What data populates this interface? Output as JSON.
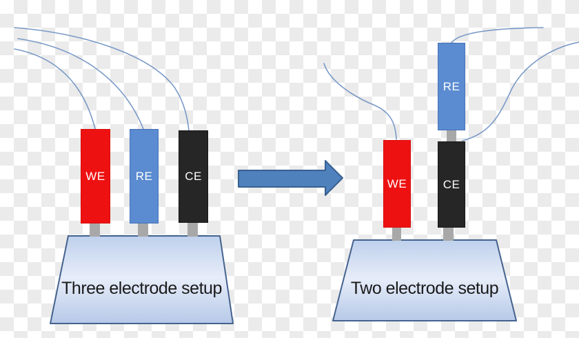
{
  "colors": {
    "we_red": "#ee1111",
    "re_blue": "#5b8bd0",
    "ce_black": "#262626",
    "stem_gray": "#a8a8a8",
    "wire_blue": "#7999c7",
    "arrow_fill": "#4f81bd",
    "arrow_border": "#38608f",
    "base_border": "#44628e",
    "checker_gray": "#ebebeb"
  },
  "left_setup": {
    "caption": "Three electrode setup",
    "electrodes": [
      {
        "id": "working-electrode",
        "label": "WE",
        "color": "#ee1111"
      },
      {
        "id": "reference-electrode",
        "label": "RE",
        "color": "#5b8bd0"
      },
      {
        "id": "counter-electrode",
        "label": "CE",
        "color": "#262626"
      }
    ],
    "wires": 3
  },
  "right_setup": {
    "caption": "Two electrode setup",
    "electrodes": [
      {
        "id": "reference-electrode",
        "label": "RE",
        "color": "#5b8bd0"
      },
      {
        "id": "working-electrode",
        "label": "WE",
        "color": "#ee1111"
      },
      {
        "id": "counter-electrode",
        "label": "CE",
        "color": "#262626"
      }
    ],
    "wires": 3
  },
  "arrow": {
    "direction": "right",
    "meaning": "transformation from three- to two-electrode setup"
  }
}
